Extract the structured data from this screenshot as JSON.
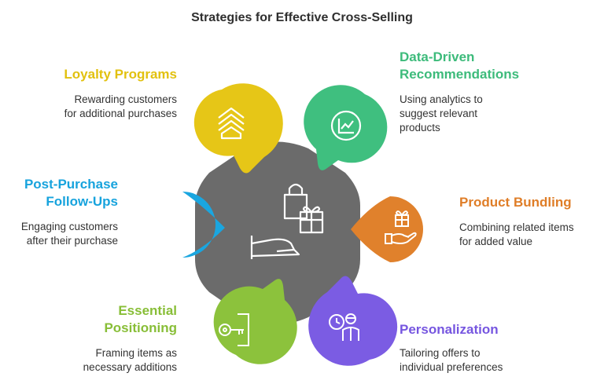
{
  "title": "Strategies for Effective Cross-Selling",
  "center": {
    "icon": "shopping-bag-gift-hand-icon",
    "color": "#6b6b6b"
  },
  "items": [
    {
      "heading_lines": [
        "Loyalty Programs"
      ],
      "desc_lines": [
        "Rewarding customers",
        "for additional purchases"
      ],
      "color": "#e6c617",
      "heading_color": "#e2c10f",
      "icon": "chevrons-up-icon"
    },
    {
      "heading_lines": [
        "Data-Driven",
        "Recommendations"
      ],
      "desc_lines": [
        "Using analytics to",
        "suggest relevant",
        "products"
      ],
      "color": "#3fbf7f",
      "heading_color": "#3dbb7b",
      "icon": "line-chart-icon"
    },
    {
      "heading_lines": [
        "Post-Purchase",
        "Follow-Ups"
      ],
      "desc_lines": [
        "Engaging customers",
        "after their purchase"
      ],
      "color": "#1aa6e0",
      "heading_color": "#17a3dd",
      "icon": "envelope-reply-icon"
    },
    {
      "heading_lines": [
        "Product Bundling"
      ],
      "desc_lines": [
        "Combining related items",
        "for added value"
      ],
      "color": "#e0812c",
      "heading_color": "#df7d27",
      "icon": "gift-hand-icon"
    },
    {
      "heading_lines": [
        "Essential",
        "Positioning"
      ],
      "desc_lines": [
        "Framing items as",
        "necessary additions"
      ],
      "color": "#8cc23c",
      "heading_color": "#88be37",
      "icon": "key-door-icon"
    },
    {
      "heading_lines": [
        "Personalization"
      ],
      "desc_lines": [
        "Tailoring offers to",
        "individual preferences"
      ],
      "color": "#7b5ce3",
      "heading_color": "#7656e0",
      "icon": "person-clock-icon"
    }
  ]
}
